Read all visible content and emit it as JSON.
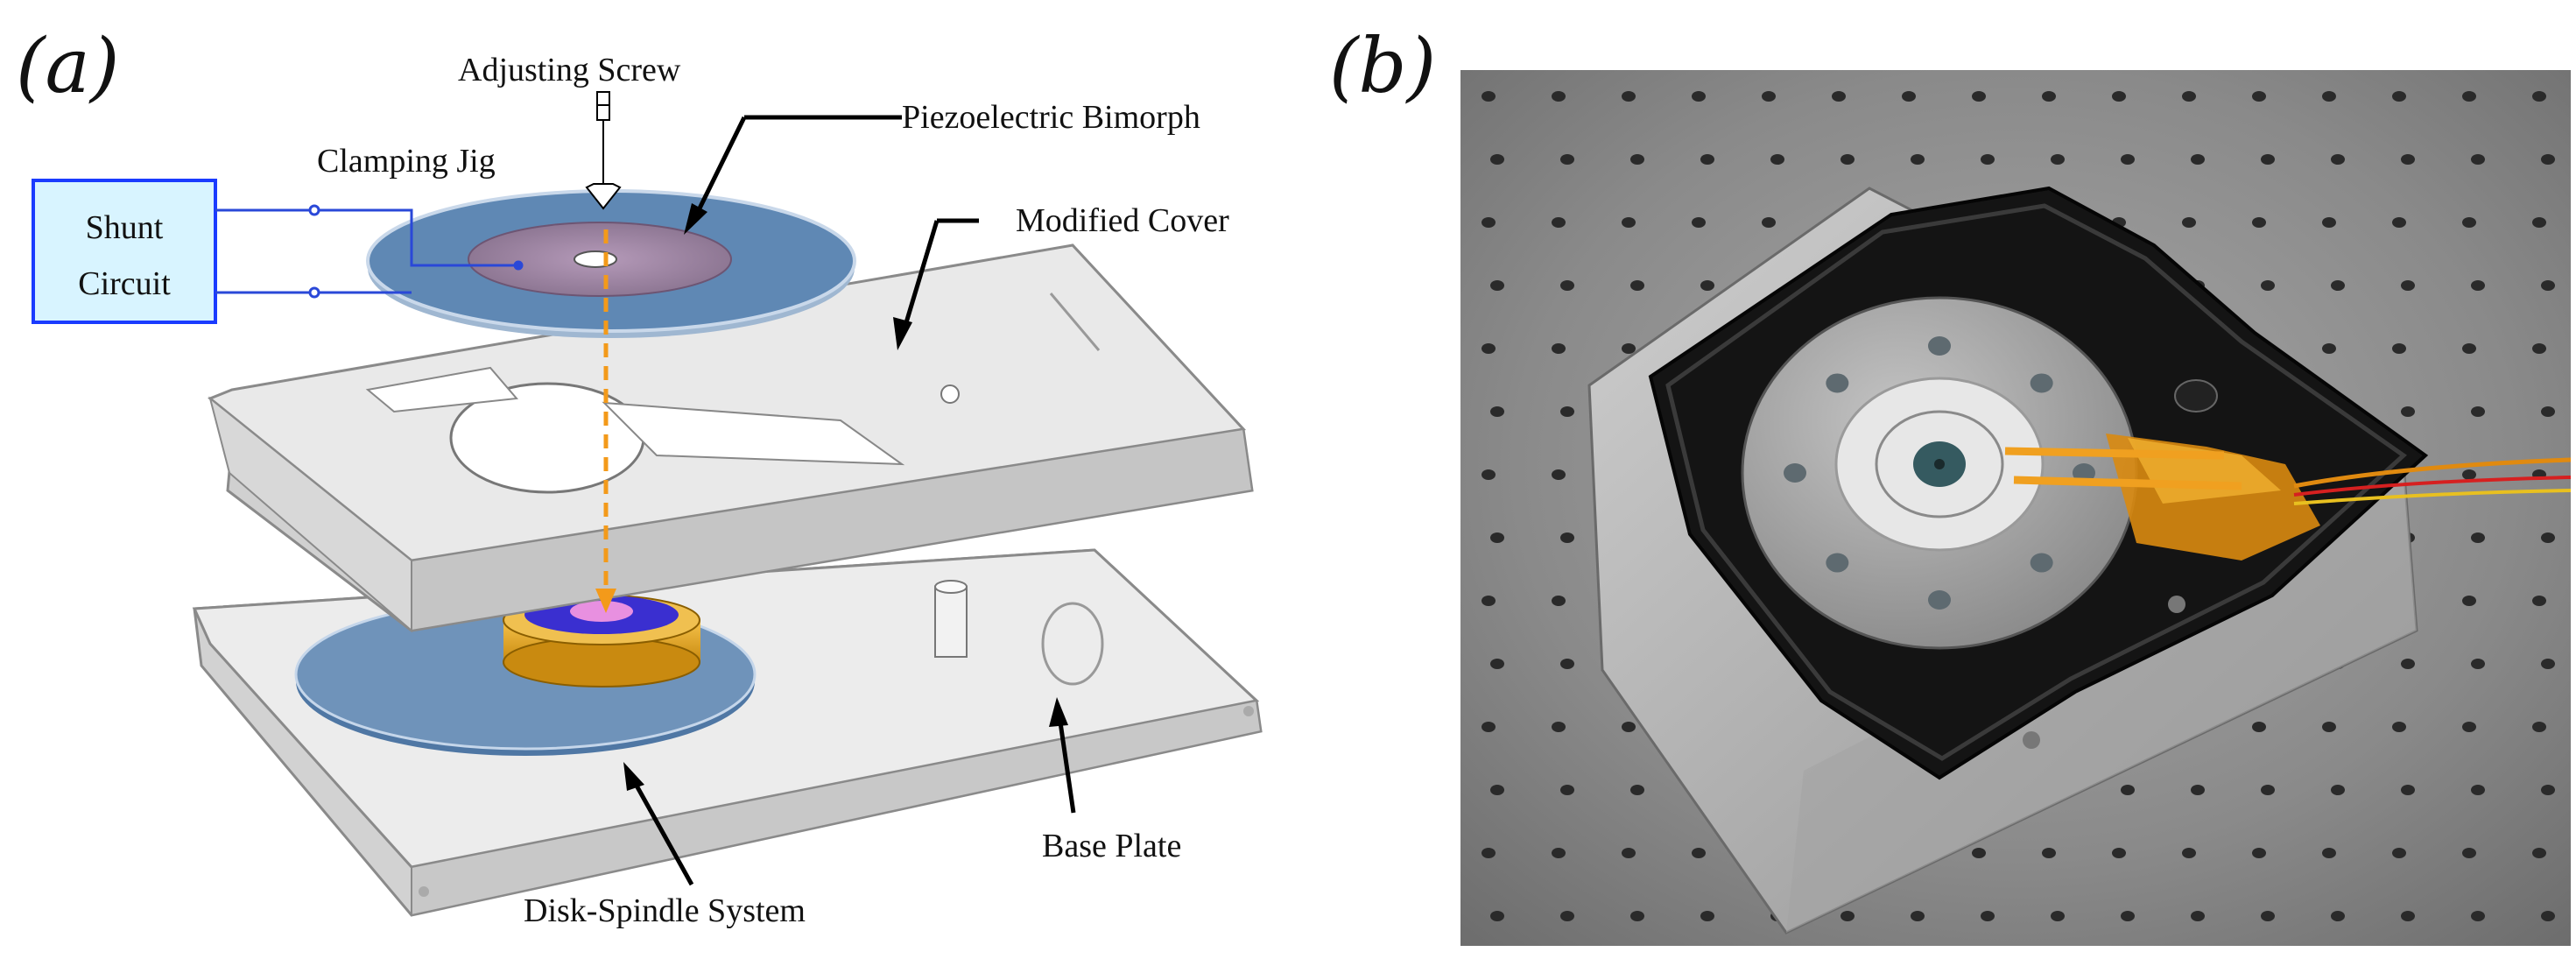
{
  "panel_a": {
    "label": "(a)",
    "callouts": {
      "adjusting_screw": "Adjusting Screw",
      "piezoelectric_bimorph": "Piezoelectric Bimorph",
      "clamping_jig": "Clamping Jig",
      "modified_cover": "Modified Cover",
      "disk_spindle_system": "Disk-Spindle System",
      "base_plate": "Base Plate"
    },
    "shunt_box": {
      "line1": "Shunt",
      "line2": "Circuit"
    },
    "colors": {
      "shunt_box_border": "#1a3bff",
      "shunt_box_fill": "#d8f4ff",
      "bimorph": "#9a7f9f",
      "clamping_jig": "#5f88b4",
      "disk": "#6f93ba",
      "spindle": "#e9a82c",
      "axis_dash": "#f39a1a",
      "housing": "#e8e8e8"
    }
  },
  "panel_b": {
    "label": "(b)",
    "colors": {
      "table": "#8c8c8c",
      "fixture": "#b9b9b9",
      "drive_body": "#141414",
      "platter": "#a9a9a9",
      "bimorph_disk": "#e7e7e7",
      "flex_cable": "#f0a020"
    }
  }
}
